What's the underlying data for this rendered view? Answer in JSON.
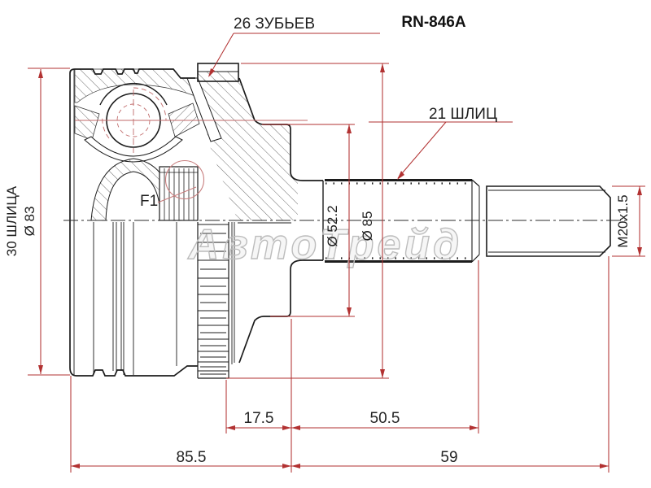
{
  "drawing": {
    "part_number": "RN-846A",
    "watermark": "АвтоТрейд",
    "labels": {
      "ring_teeth": "26 ЗУБЬЕВ",
      "shaft_splines": "21 ШЛИЦ",
      "hub_splines": "30 ШЛИЦА",
      "detail_callout": "F1"
    },
    "diameters": {
      "bell_outer": "Ø 83",
      "boot_landing": "Ø 52.2",
      "abs_ring": "Ø 85",
      "thread": "M20x1.5"
    },
    "lengths": {
      "landing_to_shaft_end": "17.5",
      "shaft_spline_length": "50.5",
      "bell_overall": "85.5",
      "shaft_overall": "59"
    },
    "colors": {
      "outline": "#1c1c1c",
      "dimension_red": "#b23232",
      "callout_red": "#c87e7e",
      "watermark_gray": "#bdbdbd"
    }
  }
}
